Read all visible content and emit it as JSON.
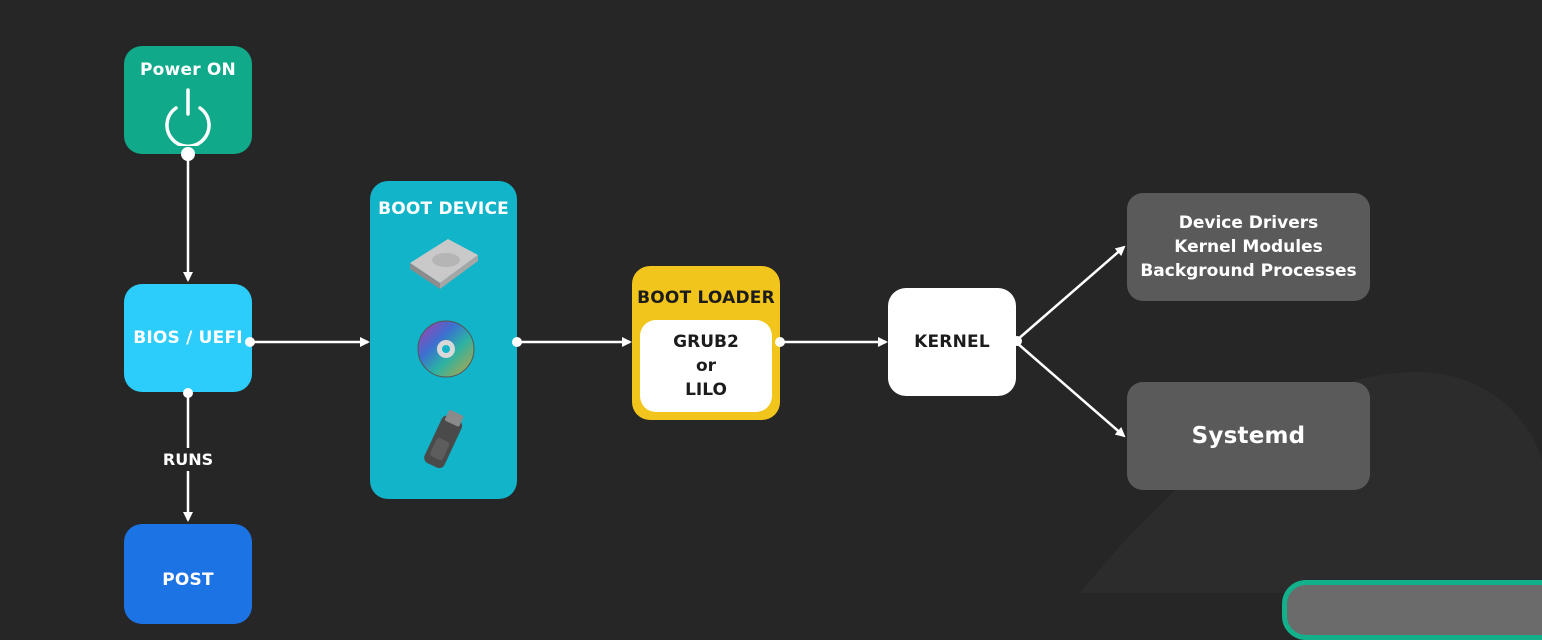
{
  "diagram": {
    "nodes": {
      "power": {
        "label": "Power ON",
        "icon": "power-icon",
        "color": "#10a98a"
      },
      "bios": {
        "label": "BIOS / UEFI",
        "color": "#2ccdfb"
      },
      "post": {
        "label": "POST",
        "color": "#1c73e4"
      },
      "boot_device": {
        "label": "BOOT DEVICE",
        "color": "#11b4c8",
        "devices": [
          "hard-disk-icon",
          "cd-disc-icon",
          "usb-drive-icon"
        ]
      },
      "boot_loader": {
        "label": "BOOT LOADER",
        "color": "#f2c51d",
        "lines": [
          "GRUB2",
          "or",
          "LILO"
        ]
      },
      "kernel": {
        "label": "KERNEL",
        "color": "#ffffff"
      },
      "drivers": {
        "lines": [
          "Device Drivers",
          "Kernel Modules",
          "Background Processes"
        ],
        "color": "#5a5a5a"
      },
      "systemd": {
        "label": "Systemd",
        "color": "#5a5a5a"
      }
    },
    "edges": [
      {
        "from": "power",
        "to": "bios"
      },
      {
        "from": "bios",
        "to": "post",
        "label": "RUNS"
      },
      {
        "from": "bios",
        "to": "boot_device"
      },
      {
        "from": "boot_device",
        "to": "boot_loader"
      },
      {
        "from": "boot_loader",
        "to": "kernel"
      },
      {
        "from": "kernel",
        "to": "drivers"
      },
      {
        "from": "kernel",
        "to": "systemd"
      }
    ]
  }
}
